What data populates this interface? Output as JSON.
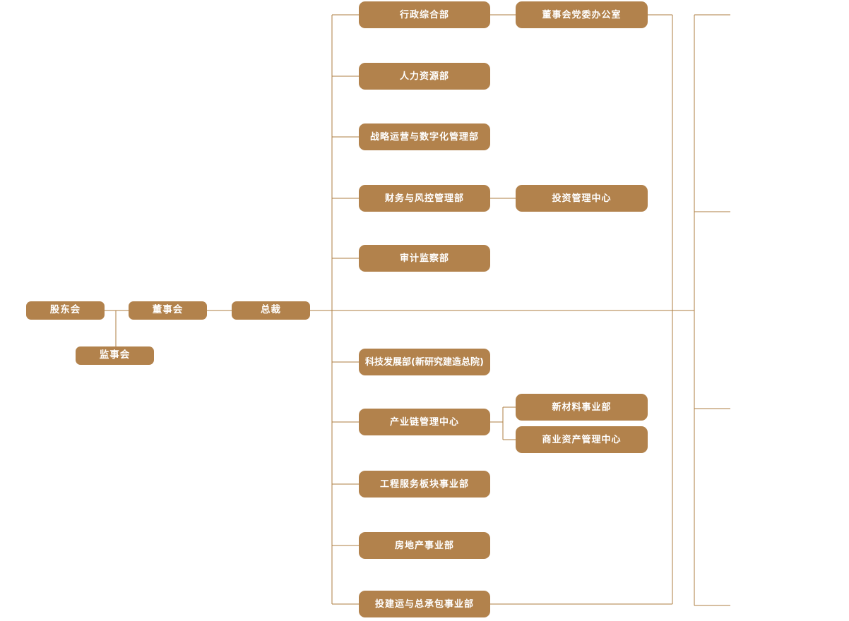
{
  "governance": {
    "shareholders": "股东会",
    "board_of_directors": "董事会",
    "supervisory_board": "监事会",
    "president": "总裁"
  },
  "departments": {
    "admin_general": "行政综合部",
    "human_resources": "人力资源部",
    "strategy_digital": "战略运营与数字化管理部",
    "finance_risk": "财务与风控管理部",
    "audit_supervision": "审计监察部",
    "tech_development": "科技发展部(新研究建造总院)",
    "industry_chain_center": "产业链管理中心",
    "engineering_services": "工程服务板块事业部",
    "real_estate": "房地产事业部",
    "investment_construction_epc": "投建运与总承包事业部"
  },
  "sub_units": {
    "board_party_office": "董事会党委办公室",
    "investment_management_center": "投资管理中心",
    "new_materials": "新材料事业部",
    "commercial_asset_center": "商业资产管理中心"
  },
  "colors": {
    "node_fill": "#b2824c",
    "connector": "#ad7e41",
    "node_text": "#ffffff",
    "background": "#ffffff"
  }
}
